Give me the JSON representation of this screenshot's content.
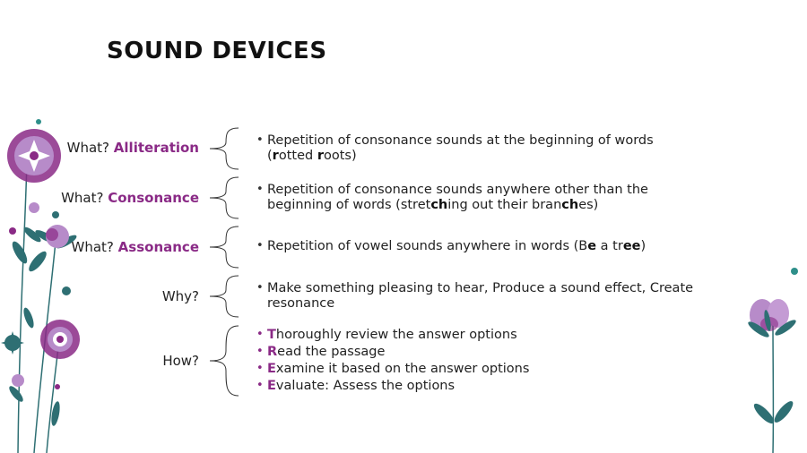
{
  "title": "SOUND DEVICES",
  "colors": {
    "accent": "#8a2a86",
    "teal": "#2e6f73",
    "lavender": "#b78bc9"
  },
  "rows": [
    {
      "question": "What?",
      "term": "Alliteration",
      "bullets": [
        {
          "segments": [
            "Repetition of consonance sounds at the beginning of words (",
            "r",
            "otted ",
            "r",
            "oots)"
          ]
        }
      ]
    },
    {
      "question": "What?",
      "term": "Consonance",
      "bullets": [
        {
          "segments": [
            "Repetition of consonance sounds anywhere other than the beginning of words (stret",
            "ch",
            "ing out their bran",
            "ch",
            "es)"
          ]
        }
      ]
    },
    {
      "question": "What?",
      "term": "Assonance",
      "bullets": [
        {
          "segments": [
            "Repetition of vowel sounds anywhere in words (B",
            "e",
            " a tr",
            "ee",
            ")"
          ]
        }
      ]
    },
    {
      "question": "Why?",
      "term": "",
      "bullets": [
        {
          "segments": [
            "Make something pleasing to hear, Produce a sound effect, Create resonance"
          ]
        }
      ]
    },
    {
      "question": "How?",
      "term": "",
      "bullets": [
        {
          "segments": [
            "T",
            "horoughly review the answer options"
          ]
        },
        {
          "segments": [
            "R",
            "ead the passage"
          ]
        },
        {
          "segments": [
            "E",
            "xamine it based on the answer options"
          ]
        },
        {
          "segments": [
            "E",
            "valuate: Assess the options"
          ]
        }
      ]
    }
  ]
}
